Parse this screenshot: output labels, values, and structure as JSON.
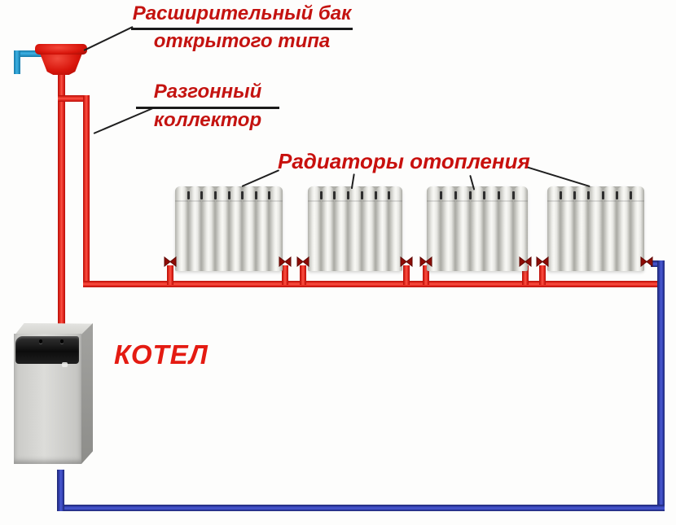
{
  "diagram": {
    "labels": {
      "expansion_tank_line1": "Расширительный бак",
      "expansion_tank_line2": "открытого типа",
      "collector_line1": "Разгонный",
      "collector_line2": "коллектор",
      "radiators": "Радиаторы отопления",
      "boiler": "КОТЕЛ"
    },
    "colors": {
      "supply_pipe": "#e31410",
      "return_pipe": "#2a35a8",
      "overflow_pipe": "#35aadd",
      "label_text": "#c41310",
      "boiler_label_text": "#e41b12",
      "pointer_line": "#1f1f1f",
      "tank": "#d8150b",
      "valve": "#8f0c06"
    },
    "radiators": {
      "count": 4,
      "sections": [
        8,
        7,
        7,
        7
      ]
    },
    "components": [
      "expansion-tank-open-type",
      "overflow-pipe",
      "main-riser",
      "accelerating-collector",
      "supply-main-pipe",
      "radiator-valves",
      "heating-radiators",
      "boiler",
      "return-main-pipe"
    ]
  }
}
